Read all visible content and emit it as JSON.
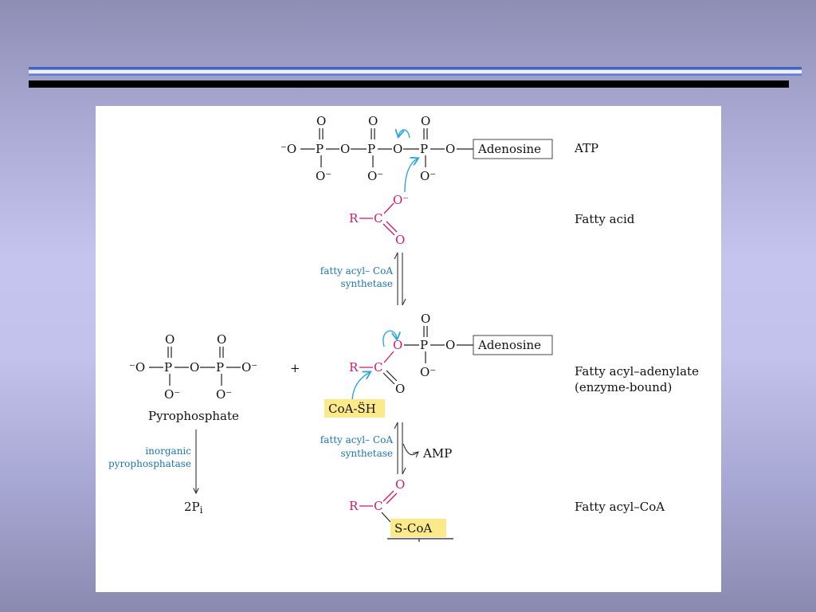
{
  "figure": {
    "labels": {
      "atp": "ATP",
      "fatty_acid": "Fatty acid",
      "adenylate_line1": "Fatty acyl–adenylate",
      "adenylate_line2": "(enzyme-bound)",
      "fatty_acyl_coa": "Fatty acyl–CoA",
      "pyrophosphate": "Pyrophosphate",
      "two_pi": "2P",
      "two_pi_sub": "i",
      "amp": "AMP",
      "plus": "+"
    },
    "boxes": {
      "adenosine_top": "Adenosine",
      "adenosine_mid": "Adenosine",
      "coash": "CoA-S̈H",
      "scoa": "S-CoA"
    },
    "enzymes": {
      "synthetase1_line1": "fatty acyl– CoA",
      "synthetase1_line2": "synthetase",
      "synthetase2_line1": "fatty acyl– CoA",
      "synthetase2_line2": "synthetase",
      "pyrophosphatase_line1": "inorganic",
      "pyrophosphatase_line2": "pyrophosphatase"
    },
    "atoms": {
      "O": "O",
      "P": "P",
      "O_minus": "O⁻",
      "minus_O": "⁻O",
      "R": "R",
      "C": "C"
    },
    "colors": {
      "accent_pink": "#d0186f",
      "arrow_blue": "#2aa7dd",
      "enzyme_blue": "#1f74b0",
      "highlight_yellow": "#fbe98a",
      "header_blue": "#3d63c6"
    }
  }
}
